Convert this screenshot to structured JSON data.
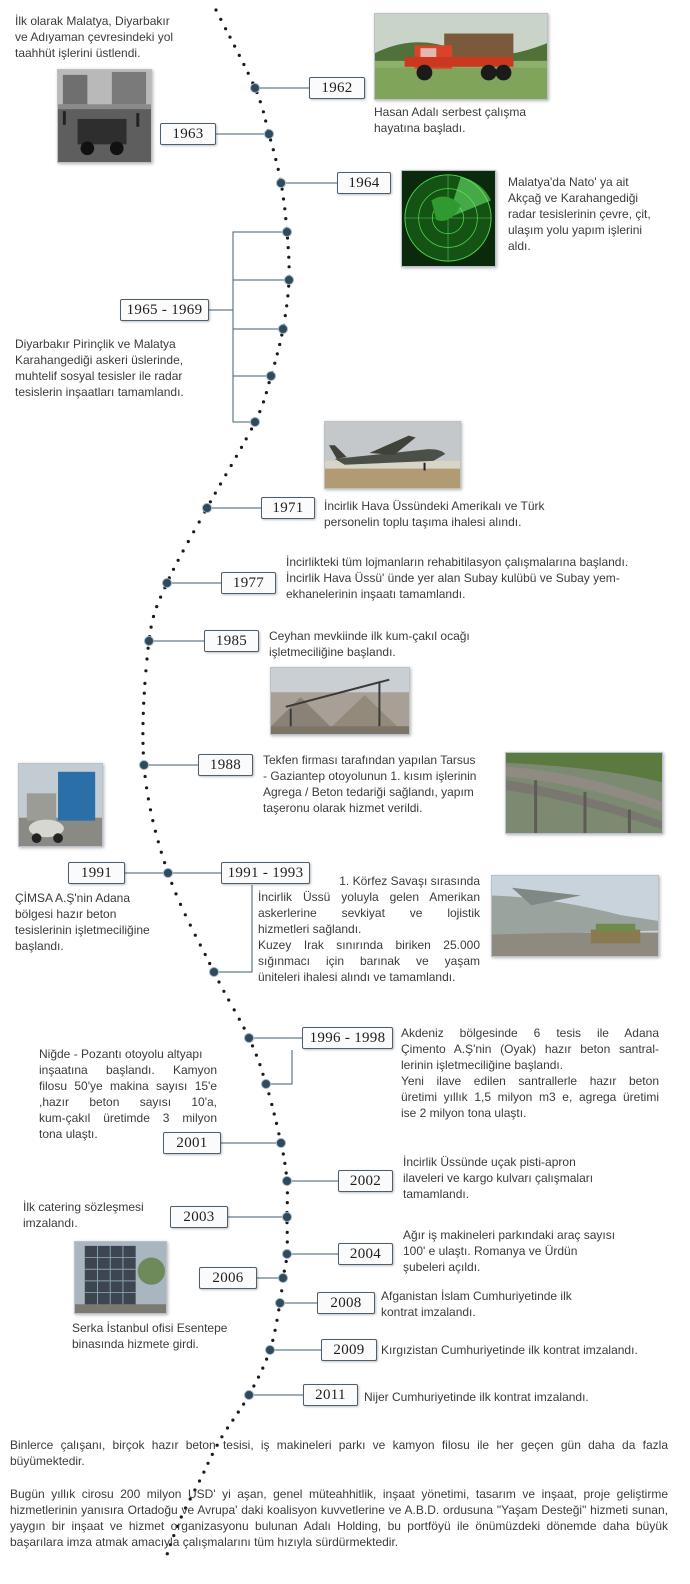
{
  "years": {
    "y1962": "1962",
    "y1963": "1963",
    "y1964": "1964",
    "y1965": "1965 - 1969",
    "y1971": "1971",
    "y1977": "1977",
    "y1985": "1985",
    "y1988": "1988",
    "y1991": "1991",
    "y1991b": "1991 - 1993",
    "y1996": "1996 - 1998",
    "y2001": "2001",
    "y2002": "2002",
    "y2003": "2003",
    "y2004": "2004",
    "y2006": "2006",
    "y2008": "2008",
    "y2009": "2009",
    "y2011": "2011"
  },
  "texts": {
    "t_intro": [
      "İlk olarak Malatya, Diyarbakır",
      "ve Adıyaman çevresindeki yol",
      "taahhüt işlerini üstlendi."
    ],
    "t1962": [
      "Hasan Adalı serbest çalışma",
      "hayatına başladı."
    ],
    "t1964": [
      "Malatya'da Nato' ya ait",
      "Akçağ ve Karahangediği",
      "radar tesislerinin çevre, çit,",
      "ulaşım yolu yapım işlerini",
      "aldı."
    ],
    "t1965": [
      "Diyarbakır Pirinçlik ve Malatya",
      "Karahangediği askeri üslerinde,",
      "muhtelif sosyal tesisler ile radar",
      "tesislerin inşaatları tamamlandı."
    ],
    "t1971": [
      "İncirlik Hava Üssündeki Amerikalı ve Türk",
      "personelin toplu taşıma ihalesi alındı."
    ],
    "t1977": [
      "İncirlikteki tüm lojmanların rehabitilasyon çalışmalarına başlandı.",
      "İncirlik Hava Üssü' ünde yer alan Subay kulübü ve Subay yem-",
      "ekhanelerinin inşaatı tamamlandı."
    ],
    "t1985": [
      "Ceyhan mevkiinde ilk kum-çakıl ocağı",
      "işletmeciliğine başlandı."
    ],
    "t1988": [
      "Tekfen firması tarafından yapılan Tarsus",
      "- Gaziantep otoyolunun 1. kısım işlerinin",
      "Agrega / Beton tedariği sağlandı, yapım",
      "taşeronu olarak hizmet verildi."
    ],
    "t1991": [
      "ÇİMSA A.Ş'nin Adana",
      "bölgesi hazır beton",
      "tesislerinin işletmeciliğine",
      "başlandı."
    ],
    "t1991b": [
      "1. Körfez Savaşı sırasında",
      "İncirlik Üssü yoluyla gelen Amerikan",
      "askerlerine sevkiyat ve lojistik",
      "hizmetleri sağlandı.",
      "Kuzey Irak sınırında biriken 25.000",
      "sığınmacı için barınak ve yaşam",
      "üniteleri ihalesi alındı ve tamamlandı."
    ],
    "t1996": [
      "Akdeniz bölgesinde 6 tesis ile Adana",
      "Çimento A.Ş'nin (Oyak) hazır beton santral-",
      "lerinin işletmeciliğine başlandı.",
      "Yeni ilave edilen santrallerle hazır beton",
      "üretimi yıllık 1,5 milyon m3 e, agrega üretimi",
      "ise 2 milyon tona ulaştı."
    ],
    "t2001": [
      "Niğde - Pozantı otoyolu altyapı",
      "inşaatına başlandı. Kamyon",
      "filosu 50'ye makina sayısı 15'e",
      ",hazır beton sayısı 10'a,",
      "kum-çakıl üretimde 3 milyon",
      "tona ulaştı."
    ],
    "t2002": [
      "İncirlik Üssünde uçak pisti-apron",
      "ilaveleri ve kargo kulvarı çalışmaları",
      "tamamlandı."
    ],
    "t2003": [
      "İlk catering sözleşmesi",
      "imzalandı."
    ],
    "t2004": [
      "Ağır iş makineleri parkındaki araç sayısı",
      "100' e ulaştı. Romanya ve Ürdün",
      "şubeleri açıldı."
    ],
    "t2006": [
      "Serka İstanbul ofisi Esentepe",
      "binasında hizmete girdi."
    ],
    "t2008": [
      "Afganistan İslam Cumhuriyetinde ilk",
      "kontrat imzalandı."
    ],
    "t2009": [
      "Kırgızistan Cumhuriyetinde ilk kontrat imzalandı."
    ],
    "t2011": [
      "Nijer Cumhuriyetinde ilk kontrat imzalandı."
    ],
    "bottom1": "Binlerce çalışanı, birçok hazır beton tesisi, iş makineleri parkı ve kamyon filosu ile her geçen gün daha da fazla büyümektedir.",
    "bottom2": "Bugün yıllık cirosu 200 milyon USD' yi aşan, genel müteahhitlik, inşaat yönetimi, tasarım ve inşaat, proje geliştirme hizmetlerinin yanısıra Ortadoğu ve Avrupa' daki koalisyon kuvvetlerine ve A.B.D. ordusuna \"Yaşam Desteği\" hizmeti sunan, yaygın bir inşaat ve hizmet organizasyonu bulunan Adalı Holding, bu portföyü ile önümüzdeki dönemde daha büyük başarılara imza atmak amacıyla çalışmalarını tüm hızıyla sürdürmektedir."
  },
  "colors": {
    "node": "#2e4a5c",
    "connector": "#3f5f74",
    "dots": "#1a1a1a"
  },
  "photos": [
    "truck-photo",
    "street-work-photo",
    "radar-photo",
    "cargo-plane-photo",
    "quarry-photo",
    "concrete-plant-photo",
    "highway-bridge-photo",
    "aircraft-cargo-photo",
    "office-building-photo"
  ]
}
